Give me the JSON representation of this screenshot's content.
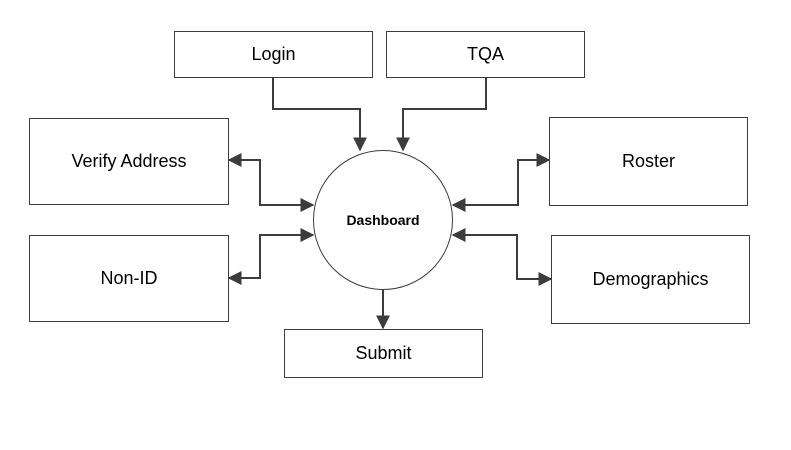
{
  "diagram": {
    "hub": {
      "label": "Dashboard"
    },
    "nodes": {
      "login": "Login",
      "tqa": "TQA",
      "verify_address": "Verify Address",
      "roster": "Roster",
      "non_id": "Non-ID",
      "demographics": "Demographics",
      "submit": "Submit"
    },
    "edges": [
      {
        "from": "Login",
        "to": "Dashboard",
        "direction": "to-hub"
      },
      {
        "from": "TQA",
        "to": "Dashboard",
        "direction": "to-hub"
      },
      {
        "from": "Dashboard",
        "to": "Verify Address",
        "direction": "bidirectional"
      },
      {
        "from": "Dashboard",
        "to": "Non-ID",
        "direction": "bidirectional"
      },
      {
        "from": "Dashboard",
        "to": "Roster",
        "direction": "bidirectional"
      },
      {
        "from": "Dashboard",
        "to": "Demographics",
        "direction": "bidirectional"
      },
      {
        "from": "Dashboard",
        "to": "Submit",
        "direction": "from-hub"
      }
    ],
    "colors": {
      "line": "#3c3c3c",
      "box_border": "#3c3c3c",
      "background": "#ffffff"
    }
  }
}
